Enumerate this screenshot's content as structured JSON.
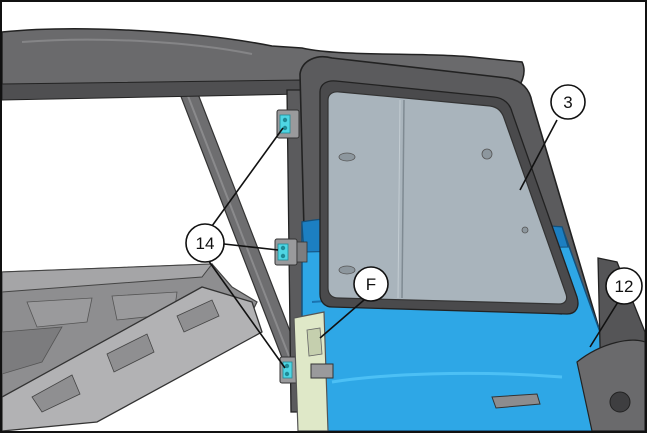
{
  "diagram": {
    "callouts": [
      {
        "id": "door",
        "label": "3"
      },
      {
        "id": "hinges",
        "label": "14"
      },
      {
        "id": "part-f",
        "label": "F"
      },
      {
        "id": "latch",
        "label": "12"
      }
    ],
    "colors": {
      "door_panel": "#2ea7e6",
      "door_panel_dark": "#1c7fc2",
      "frame": "#5b5b5d",
      "roof": "#6a6a6c",
      "glass": "#a9b4bc",
      "hinge": "#4fd6e4",
      "bracket": "#dfe8c8",
      "outline": "#111111"
    }
  }
}
